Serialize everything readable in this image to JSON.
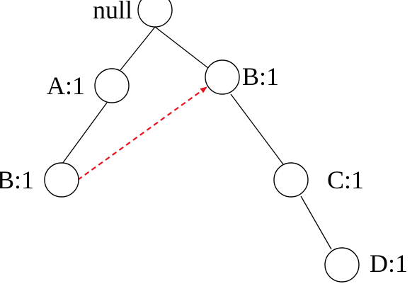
{
  "tree": {
    "nodes": {
      "root": {
        "label": "null"
      },
      "a1": {
        "label": "A:1"
      },
      "b1_left": {
        "label": "B:1"
      },
      "b1_right": {
        "label": "B:1"
      },
      "c1": {
        "label": "C:1"
      },
      "d1": {
        "label": "D:1"
      }
    },
    "edges": [
      [
        "root",
        "a1"
      ],
      [
        "root",
        "b1_right"
      ],
      [
        "a1",
        "b1_left"
      ],
      [
        "b1_right",
        "c1"
      ],
      [
        "c1",
        "d1"
      ]
    ],
    "node_links": [
      {
        "from": "b1_left",
        "to": "b1_right",
        "style": "dashed-arrow"
      }
    ]
  },
  "colors": {
    "node_stroke": "#000000",
    "node_fill": "#ffffff",
    "edge": "#000000",
    "node_link": "#e8141c",
    "text": "#000000"
  }
}
